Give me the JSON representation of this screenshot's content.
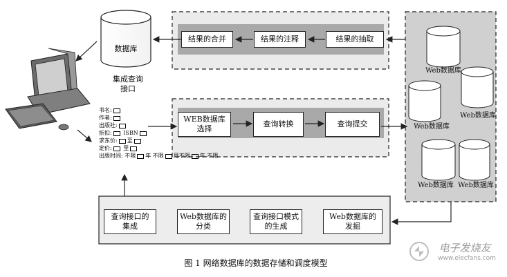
{
  "top_row": {
    "merge": "结果的合并",
    "annotate": "结果的注释",
    "extract": "结果的抽取"
  },
  "database": "数据库",
  "integrated_interface": "集成查询\n接口",
  "middle_row": {
    "select": "WEB数据库\n选择",
    "convert": "查询转换",
    "submit": "查询提交"
  },
  "web_db_label": "Web数据库",
  "bottom_row": {
    "integrate": "查询接口的\n集成",
    "classify": "Web数据库的\n分类",
    "generate": "查询接口模式\n的生成",
    "discover": "Web数据库的\n发掘"
  },
  "form": {
    "title": "书名:",
    "author": "作者:",
    "publisher": "出版社:",
    "discount": "折扣:",
    "isbn": "ISBN",
    "price_req": "求东价:",
    "price_to": "至",
    "price": "定价:",
    "to": "至",
    "pub_time": "出版时间: 不限",
    "year": "年 不限",
    "month": "月不限",
    "year2": "年 不限"
  },
  "caption": "图 1   网络数据库的数据存储和调度模型",
  "watermark": "电子发烧友",
  "watermark_url": "www.elecfans.com"
}
